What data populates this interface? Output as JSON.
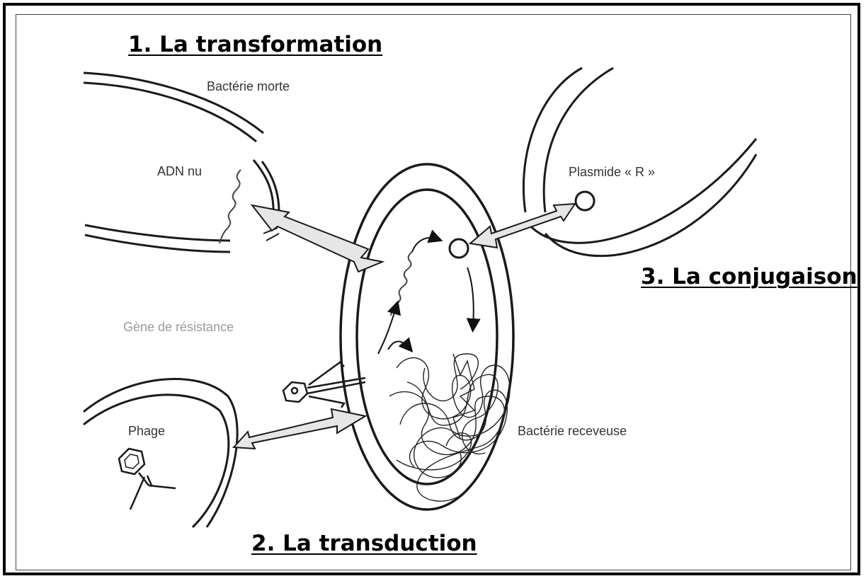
{
  "titles": {
    "transformation": "1. La transformation",
    "transduction": "2. La transduction",
    "conjugaison": "3. La conjugaison"
  },
  "labels": {
    "bacterie_morte": "Bactérie morte",
    "adn_nu": "ADN nu",
    "plasmide": "Plasmide « R »",
    "gene_resistance": "Gène de résistance",
    "phage": "Phage",
    "bacterie_receveuse": "Bactérie receveuse"
  },
  "colors": {
    "outline": "#1a1a1a",
    "arrow_fill": "#e6e6e6",
    "gene_label": "#9a9a9a"
  }
}
